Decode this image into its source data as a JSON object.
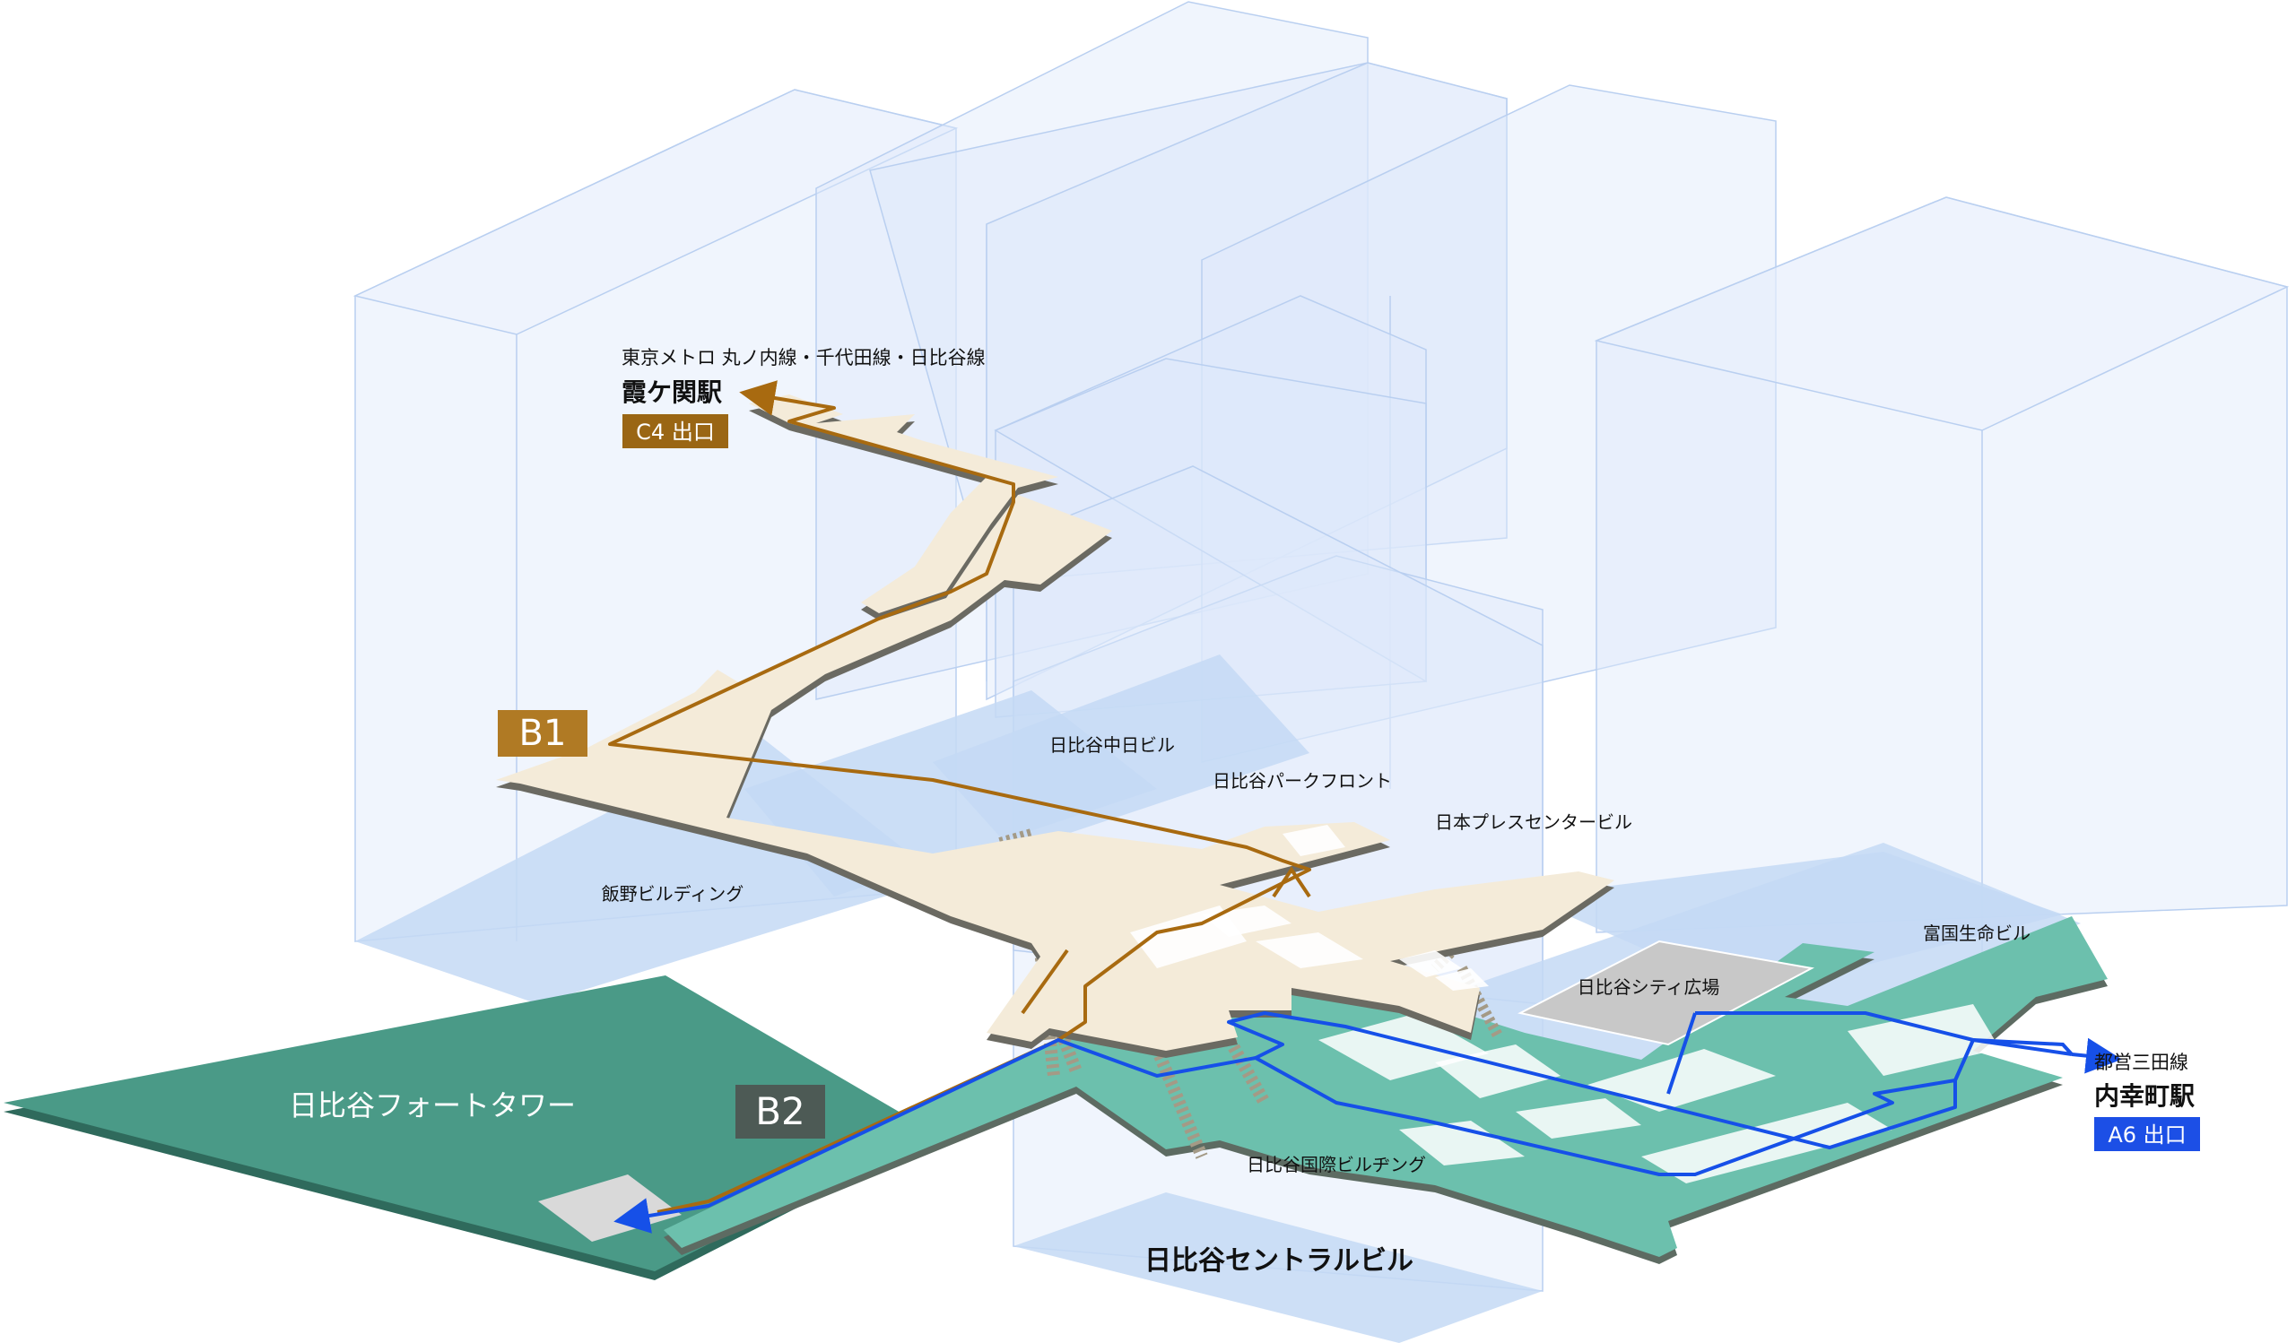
{
  "legend": {
    "level_b1": "B1",
    "level_b2": "B2"
  },
  "top_station": {
    "line": "東京メトロ 丸ノ内線・千代田線・日比谷線",
    "name": "霞ケ関駅",
    "exit": "C4 出口"
  },
  "bottom_station": {
    "line": "都営三田線",
    "name": "内幸町駅",
    "exit": "A6 出口"
  },
  "buildings": {
    "iino": "飯野ビルディング",
    "chunichi": "日比谷中日ビル",
    "park_front": "日比谷パークフロント",
    "press_center": "日本プレスセンタービル",
    "fukoku": "富国生命ビル",
    "city_plaza": "日比谷シティ広場",
    "kokusai": "日比谷国際ビルヂング",
    "central": "日比谷セントラルビル",
    "fort_tower": "日比谷フォートタワー"
  },
  "colors": {
    "route_b1": "#a86a10",
    "route_b2": "#1650e8",
    "b1_floor": "#f4ebd9",
    "b2_floor": "#6cc0ad",
    "fort_tower": "#4a9a87",
    "b1_badge": "#b07a24",
    "b2_badge": "#4d5a55",
    "exit_c4": "#9a6614",
    "exit_a6": "#1c4fe6",
    "building_fill": "#c8dcf4",
    "plaza": "#c8c8c8"
  }
}
